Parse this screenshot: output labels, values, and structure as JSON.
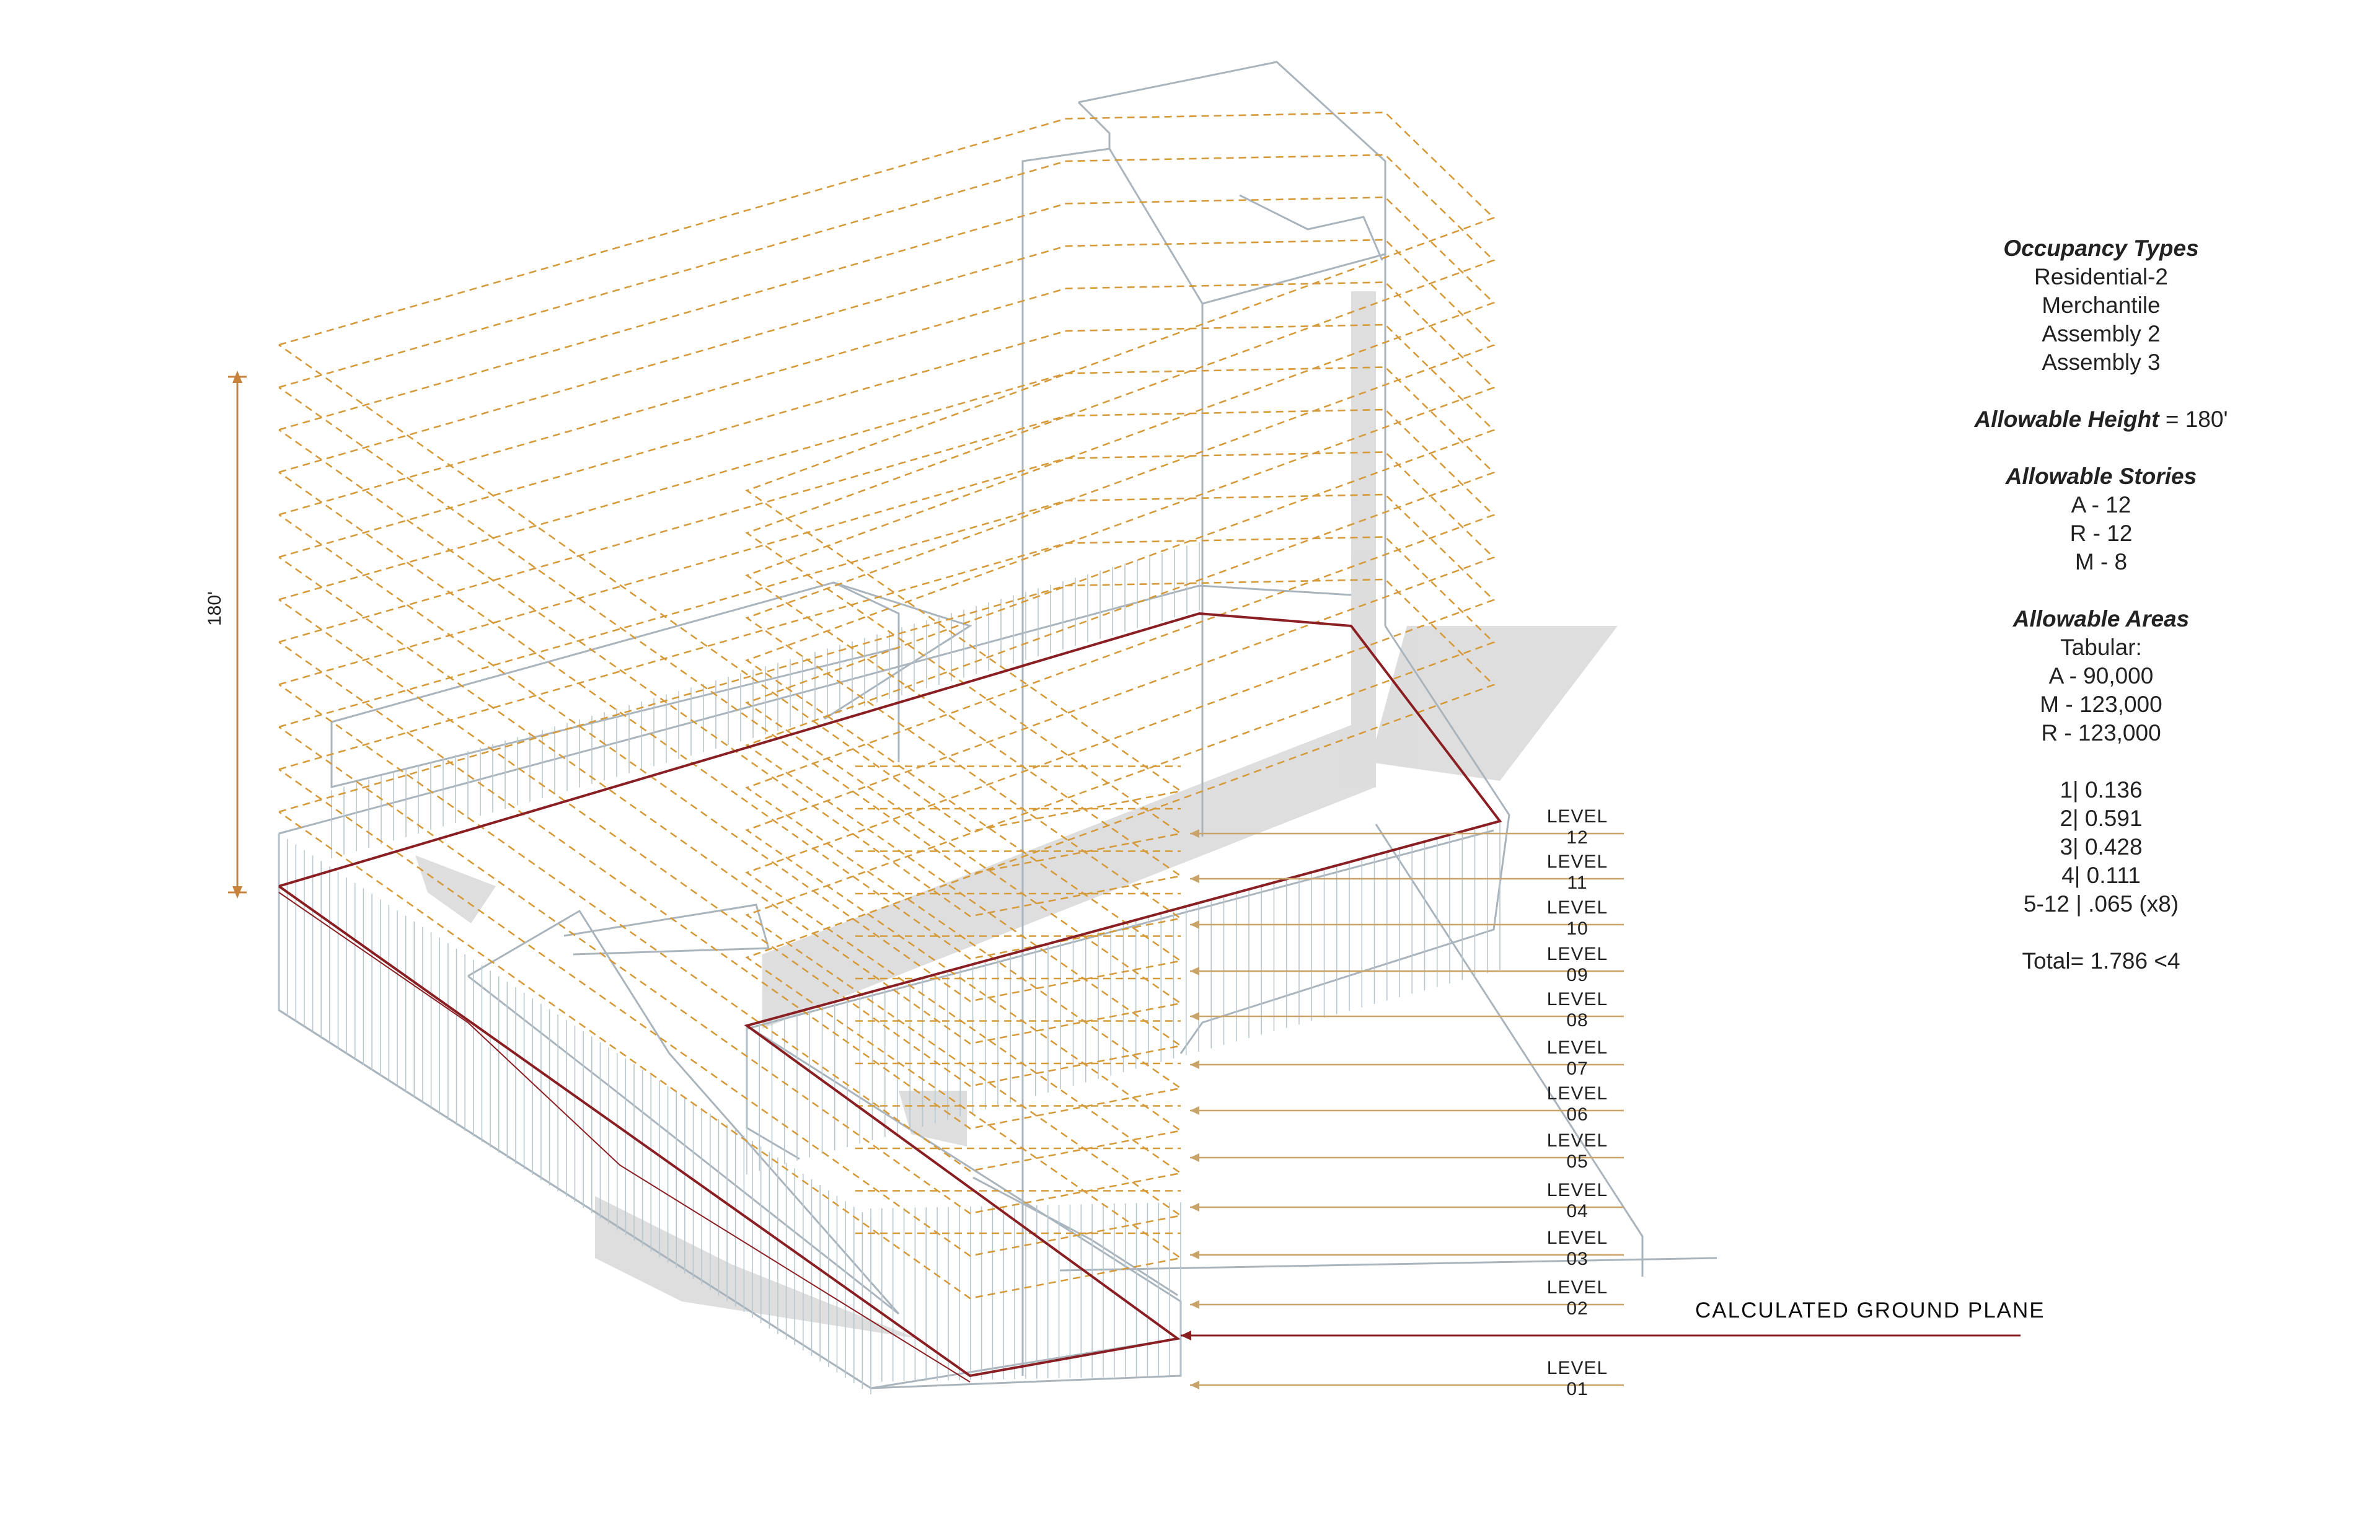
{
  "colors": {
    "background": "#ffffff",
    "level_lines": "#d59a3a",
    "ground_plane": "#8a1f23",
    "building_lines": "#a9b4bc",
    "shadow": "#d6d6d6"
  },
  "height_dimension": "180'",
  "notes": {
    "occupancy_title": "Occupancy Types",
    "occupancy": [
      "Residential-2",
      "Merchantile",
      "Assembly 2",
      "Assembly 3"
    ],
    "allowable_height_label": "Allowable Height",
    "allowable_height_value": " = 180'",
    "allowable_stories_title": "Allowable Stories",
    "allowable_stories": [
      "A - 12",
      "R - 12",
      "M - 8"
    ],
    "allowable_areas_title": "Allowable Areas",
    "tabular_label": "Tabular:",
    "areas": [
      "A - 90,000",
      "M - 123,000",
      "R - 123,000"
    ],
    "ratios": [
      "1| 0.136",
      "2| 0.591",
      "3| 0.428",
      "4| 0.111",
      "5-12 | .065 (x8)"
    ],
    "total": "Total= 1.786 <4"
  },
  "levels": [
    "LEVEL 12",
    "LEVEL 11",
    "LEVEL 10",
    "LEVEL 09",
    "LEVEL 08",
    "LEVEL 07",
    "LEVEL 06",
    "LEVEL 05",
    "LEVEL 04",
    "LEVEL 03",
    "LEVEL 02",
    "LEVEL 01"
  ],
  "ground_plane_label": "CALCULATED GROUND PLANE"
}
